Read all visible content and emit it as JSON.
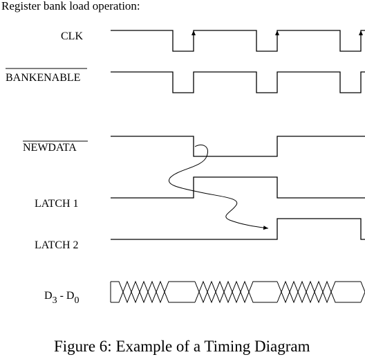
{
  "diagram": {
    "heading": "Register bank load operation:",
    "caption": "Figure 6:  Example of a Timing Diagram",
    "signals": {
      "clk": "CLK",
      "bankenable": "BANKENABLE",
      "newdata": "NEWDATA",
      "latch1": "LATCH 1",
      "latch2": "LATCH 2",
      "data_base": "D",
      "data_sub_high": "3",
      "data_sep": " - D",
      "data_sub_low": "0"
    },
    "active_low_signals": [
      "BANKENABLE",
      "NEWDATA"
    ],
    "causal_arrows": [
      {
        "from": "NEWDATA falling edge",
        "to": "LATCH 1 rising edge"
      },
      {
        "from": "LATCH 1 rising edge",
        "to": "LATCH 2 rising edge"
      }
    ],
    "colors": {
      "ink": "#000000",
      "background": "#ffffff"
    }
  }
}
